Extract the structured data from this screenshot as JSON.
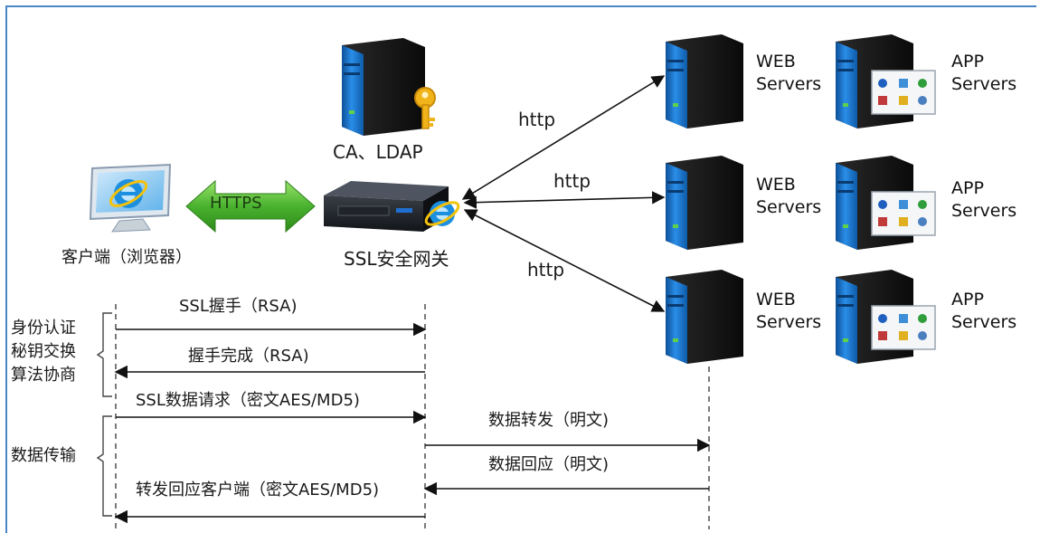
{
  "ca_label": "CA、LDAP",
  "client_label": "客户端（浏览器）",
  "gateway_label": "SSL安全网关",
  "https_label": "HTTPS",
  "http_labels": [
    "http",
    "http",
    "http"
  ],
  "web_servers": [
    {
      "line1": "WEB",
      "line2": "Servers"
    },
    {
      "line1": "WEB",
      "line2": "Servers"
    },
    {
      "line1": "WEB",
      "line2": "Servers"
    }
  ],
  "app_servers": [
    {
      "line1": "APP",
      "line2": "Servers"
    },
    {
      "line1": "APP",
      "line2": "Servers"
    },
    {
      "line1": "APP",
      "line2": "Servers"
    }
  ],
  "phase_auth": [
    "身份认证",
    "秘钥交换",
    "算法协商"
  ],
  "phase_transfer": "数据传输",
  "messages": {
    "ssl_handshake": "SSL握手（RSA)",
    "handshake_done": "握手完成（RSA)",
    "ssl_request": "SSL数据请求（密文AES/MD5)",
    "forward_data": "数据转发（明文)",
    "data_response": "数据回应（明文)",
    "forward_response": "转发回应客户端（密文AES/MD5)"
  },
  "colors": {
    "frame": "#4a86c5",
    "https_arrow": "#49b22f",
    "server_blue": "#1f7fd6",
    "ie_blue": "#1c8fe0"
  }
}
